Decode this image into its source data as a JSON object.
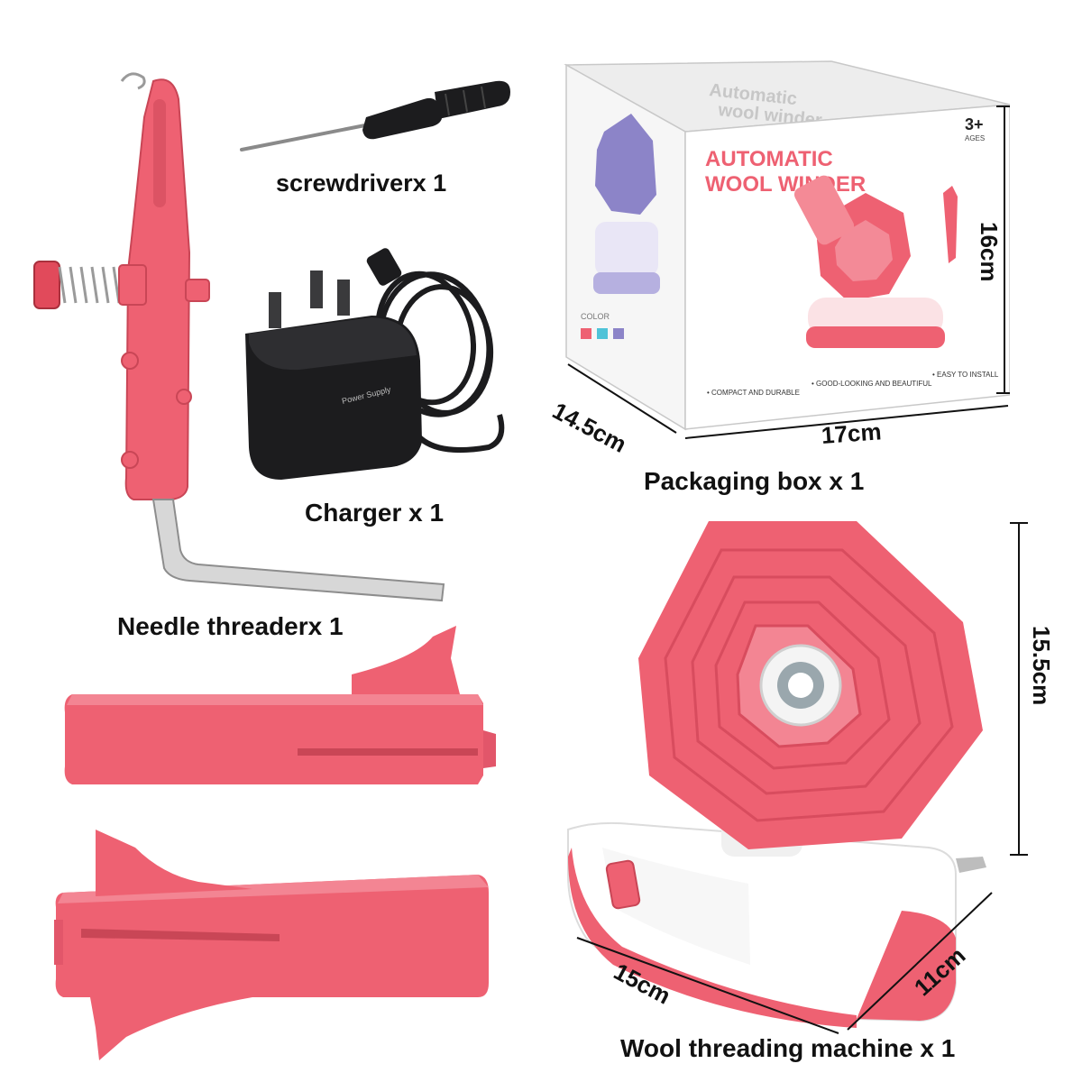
{
  "captions": {
    "screwdriver": "screwdriverx 1",
    "charger": "Charger x 1",
    "packaging": "Packaging box x 1",
    "needle_threader": "Needle threaderx 1",
    "machine": "Wool threading machine x 1"
  },
  "dimensions": {
    "box_height": "16cm",
    "box_depth": "14.5cm",
    "box_width": "17cm",
    "machine_height": "15.5cm",
    "machine_length": "15cm",
    "machine_width": "11cm"
  },
  "box_print": {
    "title_line1": "AUTOMATIC",
    "title_line2": "WOOL WINDER",
    "top_line1": "Automatic",
    "top_line2": "wool winder",
    "age": "3+",
    "age_sub": "AGES",
    "color_label": "COLOR",
    "feature1": "• COMPACT AND DURABLE",
    "feature2": "• GOOD-LOOKING AND BEAUTIFUL",
    "feature3": "• EASY TO INSTALL"
  },
  "charger_print": {
    "label": "Power Supply"
  },
  "colors": {
    "product_pink": "#ee6172",
    "product_pink_dark": "#c94656",
    "box_purple": "#8c84c8",
    "charger_black": "#1c1c1e"
  }
}
